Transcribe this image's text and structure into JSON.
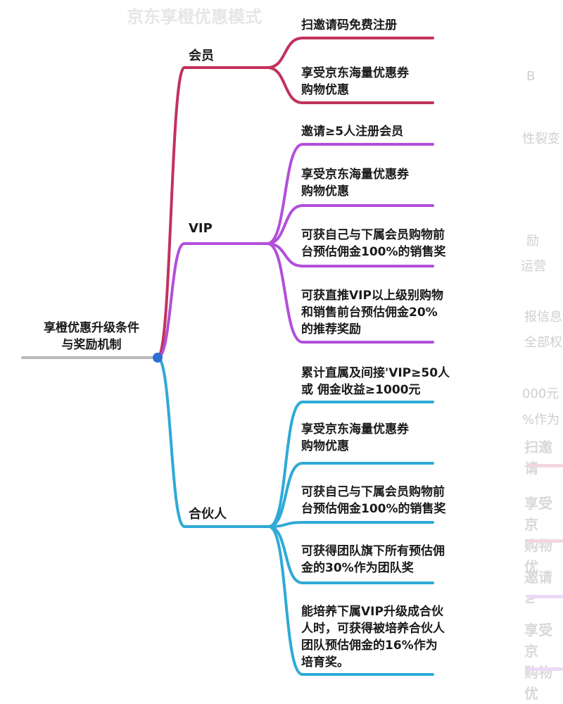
{
  "root": {
    "label": "享橙优惠升级条件\n与奖励机制"
  },
  "colors": {
    "member": "#c2325c",
    "vip": "#b24fda",
    "partner": "#2eaad6",
    "root_line": "#b9b9b9",
    "root_dot": "#2a6fd6"
  },
  "branches": [
    {
      "label": "会员",
      "color_key": "member",
      "leaves": [
        "扫邀请码免费注册",
        "享受京东海量优惠券\n购物优惠"
      ]
    },
    {
      "label": "VIP",
      "color_key": "vip",
      "leaves": [
        "邀请≥5人注册会员",
        "享受京东海量优惠券\n购物优惠",
        "可获自己与下属会员购物前\n台预估佣金100%的销售奖",
        "可获直推VIP以上级别购物\n和销售前台预估佣金20%\n的推荐奖励"
      ]
    },
    {
      "label": "合伙人",
      "color_key": "partner",
      "leaves": [
        "累计直属及间接'VIP≥50人\n或  佣金收益≥1000元",
        "享受京东海量优惠券\n购物优惠",
        "可获自己与下属会员购物前\n台预估佣金100%的销售奖",
        "可获得团队旗下所有预估佣\n金的30%作为团队奖",
        "能培养下属VIP升级成合伙\n人时，可获得被培养合伙人\n团队预估佣金的16%作为\n培育奖。"
      ]
    }
  ],
  "background_ghost": {
    "title": "京东享橙优惠模式",
    "fragments": [
      "B",
      "性裂变",
      "励",
      "运营",
      "报信息",
      "全部权",
      "000元",
      "%作为"
    ],
    "bold_fragments": [
      "扫邀请",
      "享受京\n购物优",
      "邀请≥",
      "享受京\n购物优"
    ]
  }
}
